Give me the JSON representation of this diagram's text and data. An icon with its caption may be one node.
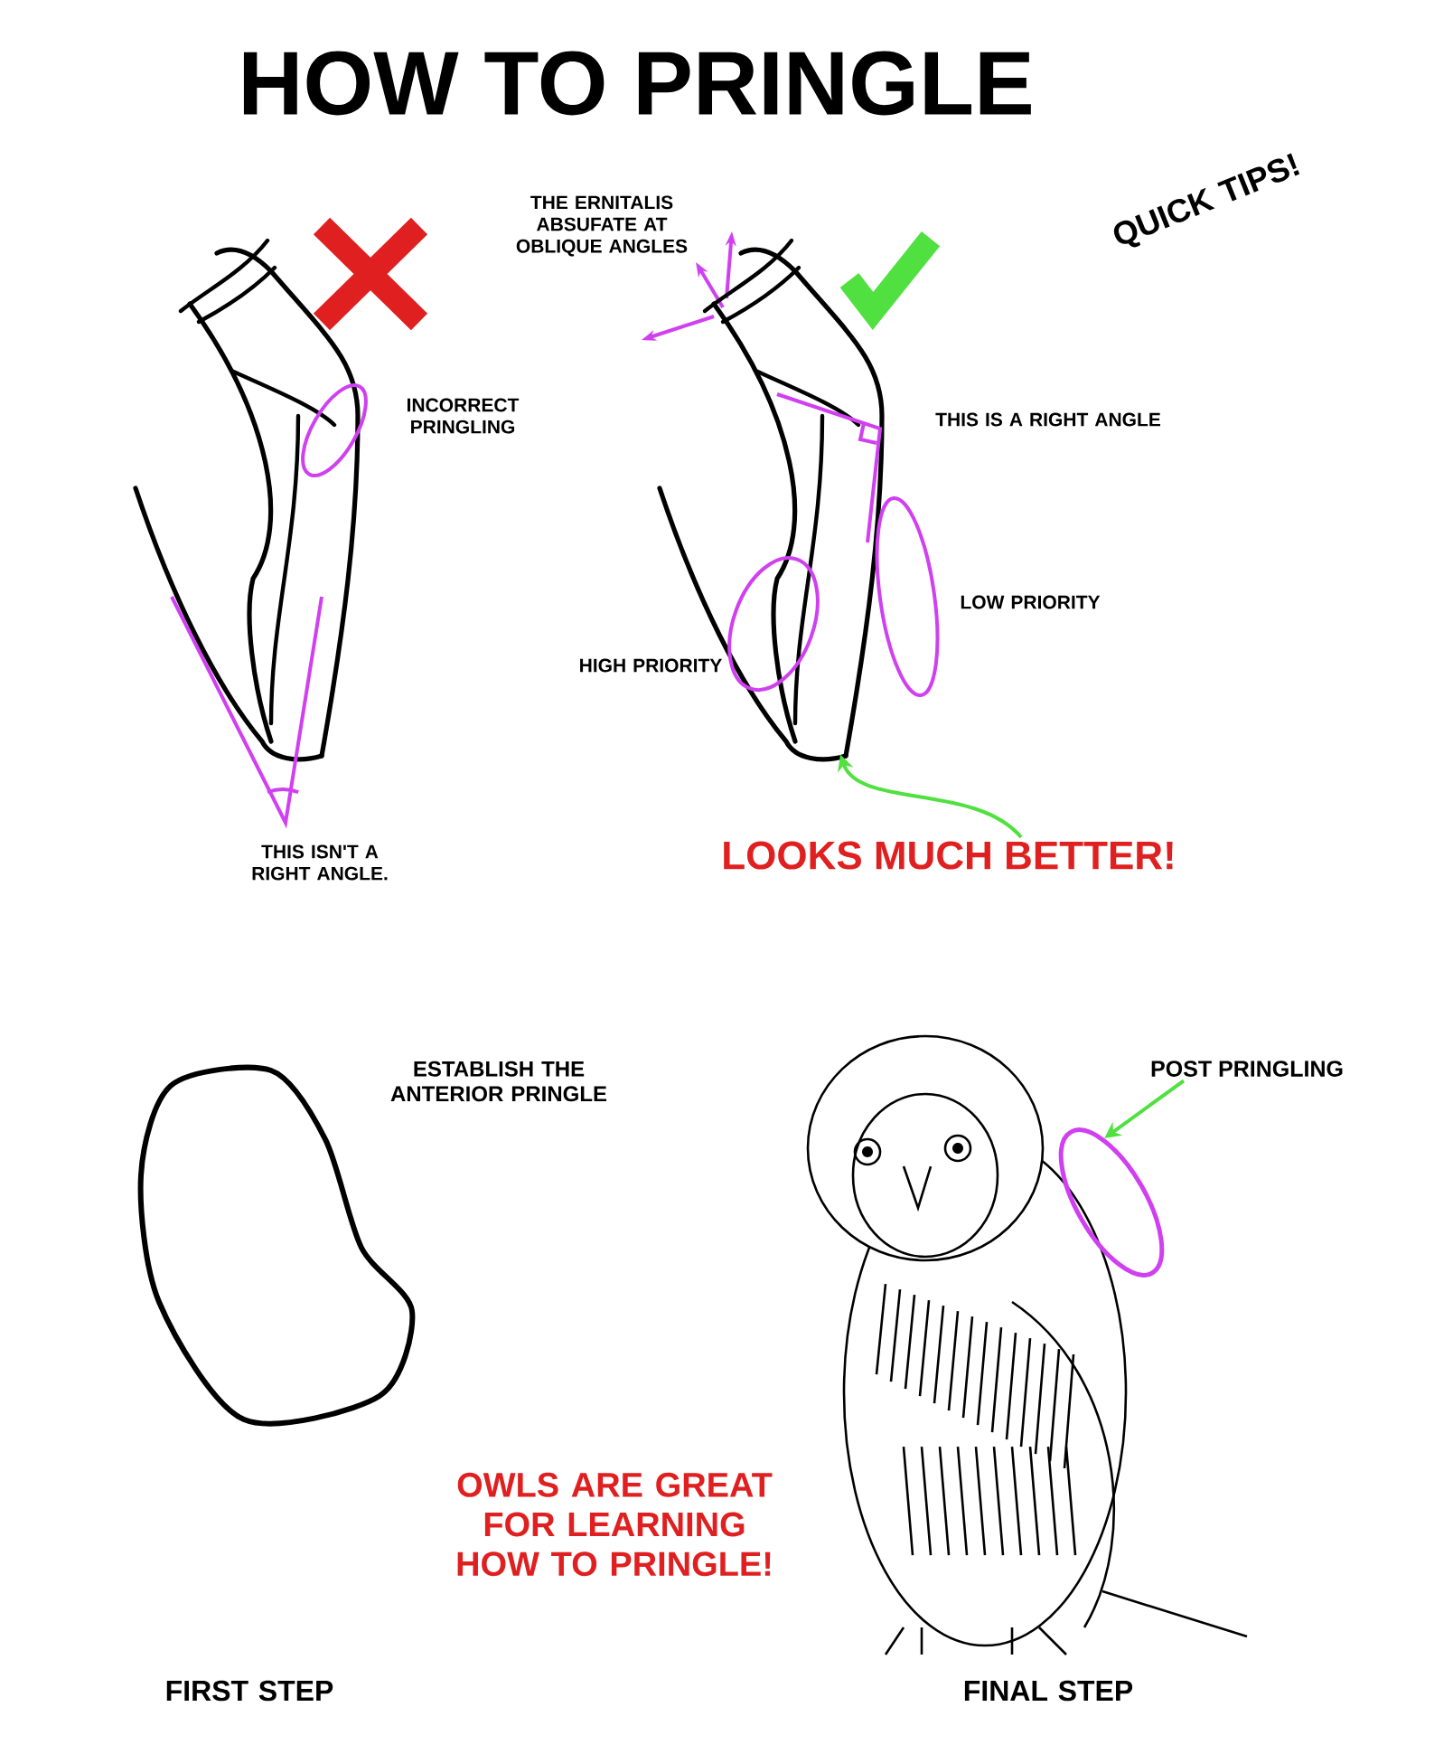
{
  "diagram": {
    "title": "HOW TO PRINGLE",
    "nodes": [
      {
        "text": [
          "LOOKS MUCH BETTER!"
        ]
      },
      {
        "text": [],
        "shape": "picture"
      },
      {
        "text": [
          "POST PRINGLING"
        ]
      },
      {
        "text": [],
        "shape": "circle"
      }
    ],
    "edges": [
      {
        "from": 0,
        "to": 1,
        "arrow": "to"
      },
      {
        "from": 2,
        "to": 3,
        "arrow": "to"
      }
    ],
    "labels": [
      "QUICK TIPS!",
      "THE ERNITALIS ABSUFATE AT OBLIQUE ANGLES",
      "INCORRECT PRINGLING",
      "THIS IS A RIGHT ANGLE",
      "LOW PRIORITY",
      "HIGH PRIORITY",
      "THIS ISN'T A RIGHT ANGLE.",
      "ESTABLISH THE ANTERIOR PRINGLE",
      "OWLS ARE GREAT FOR LEARNING HOW TO PRINGLE!",
      "FIRST STEP",
      "FINAL STEP"
    ]
  }
}
